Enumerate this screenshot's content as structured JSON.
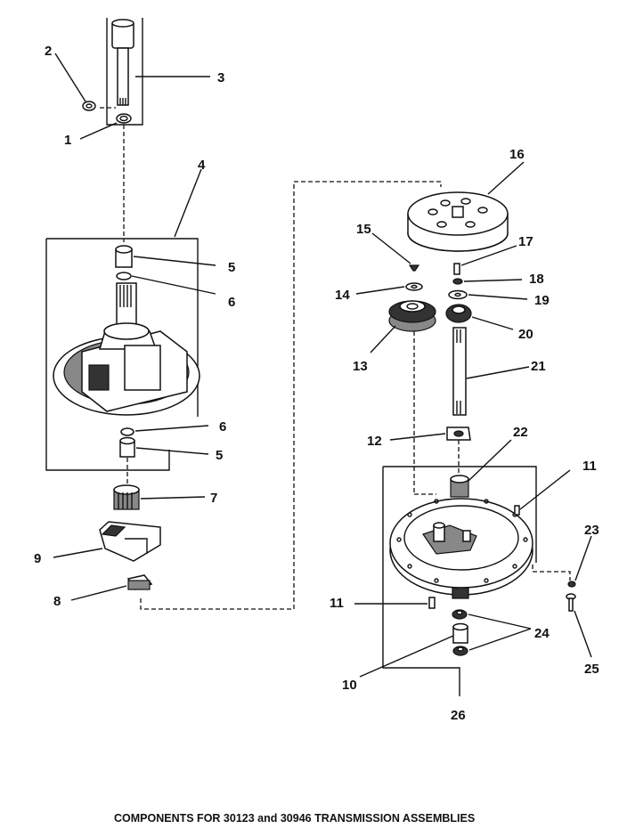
{
  "caption": "COMPONENTS FOR 30123 and 30946 TRANSMISSION ASSEMBLIES",
  "labels": {
    "l1": "1",
    "l2": "2",
    "l3": "3",
    "l4": "4",
    "l5a": "5",
    "l5b": "5",
    "l6a": "6",
    "l6b": "6",
    "l7": "7",
    "l8": "8",
    "l9": "9",
    "l10": "10",
    "l11a": "11",
    "l11b": "11",
    "l12": "12",
    "l13": "13",
    "l14": "14",
    "l15": "15",
    "l16": "16",
    "l17": "17",
    "l18": "18",
    "l19": "19",
    "l20": "20",
    "l21": "21",
    "l22": "22",
    "l23": "23",
    "l24": "24",
    "l25": "25",
    "l26": "26"
  }
}
